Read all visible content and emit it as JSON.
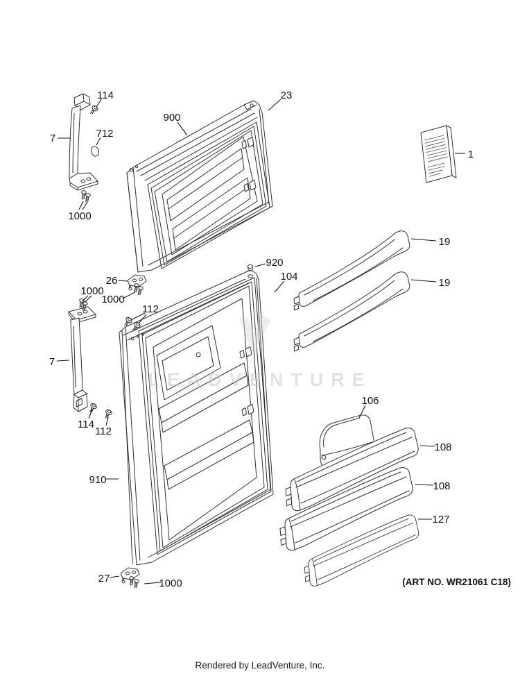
{
  "diagram": {
    "watermark": "LEADVENTURE",
    "art_no": "(ART NO. WR21061 C18)",
    "footer": "Rendered by LeadVenture, Inc."
  },
  "callouts": {
    "screw_114_upper": "114",
    "handle_upper_7": "7",
    "grommet_712": "712",
    "screws_1000_upper_handle": "1000",
    "freezer_door_900": "900",
    "freezer_gasket_23": "23",
    "instruction_label_1": "1",
    "freezer_shelf_upper_19": "19",
    "freezer_shelf_lower_19": "19",
    "plug_920": "920",
    "hinge_center_26": "26",
    "screws_1000_lower_handle": "1000",
    "screws_1000_hinge": "1000",
    "screws_112_hinge": "112",
    "ff_gasket_104": "104",
    "handle_lower_7": "7",
    "screw_114_lower": "114",
    "screw_112_lower": "112",
    "ff_door_910": "910",
    "dairy_cover_106": "106",
    "bin_upper_108": "108",
    "bin_middle_108": "108",
    "bin_lower_127": "127",
    "hinge_bottom_27": "27",
    "screws_1000_bottom": "1000"
  }
}
